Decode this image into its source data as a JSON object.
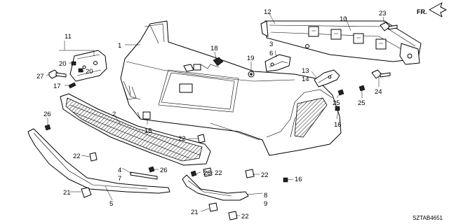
{
  "diagram": {
    "callouts": [
      "1",
      "2",
      "3",
      "4",
      "5",
      "6",
      "7",
      "8",
      "9",
      "10",
      "11",
      "12",
      "13",
      "14",
      "15",
      "16",
      "16",
      "17",
      "18",
      "19",
      "20",
      "20",
      "21",
      "21",
      "22",
      "22",
      "22",
      "22",
      "22",
      "23",
      "24",
      "25",
      "25",
      "26",
      "26",
      "26",
      "27"
    ],
    "direction_label": "FR.",
    "diagram_code": "SZTAB4651"
  }
}
